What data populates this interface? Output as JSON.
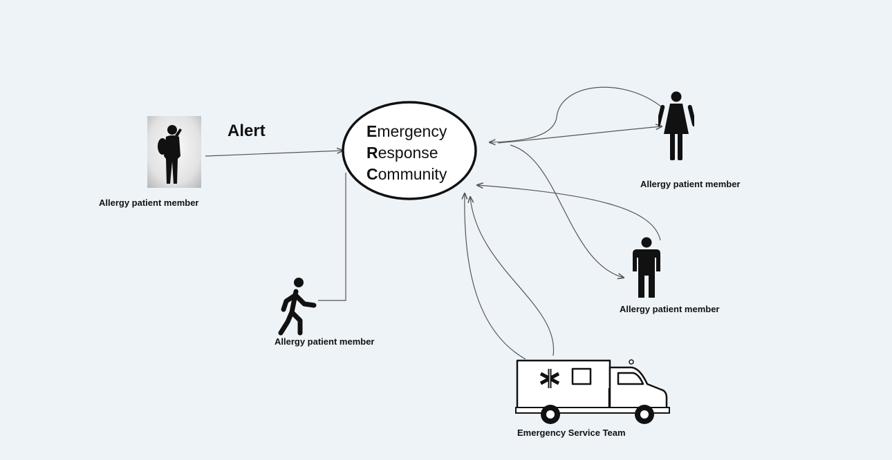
{
  "alert_label": "Alert",
  "center_node": {
    "lines": [
      {
        "initial": "E",
        "rest": "mergency"
      },
      {
        "initial": "R",
        "rest": "esponse"
      },
      {
        "initial": "C",
        "rest": "ommunity"
      }
    ]
  },
  "member_label": "Allergy patient member",
  "service_label": "Emergency Service Team",
  "icons": {
    "phone_person": "person-on-phone-icon",
    "walking_person": "walking-person-icon",
    "woman": "woman-icon",
    "man": "man-icon",
    "ambulance": "ambulance-icon"
  },
  "colors": {
    "background": "#eef3f8",
    "line": "#555555",
    "figure": "#111111"
  }
}
